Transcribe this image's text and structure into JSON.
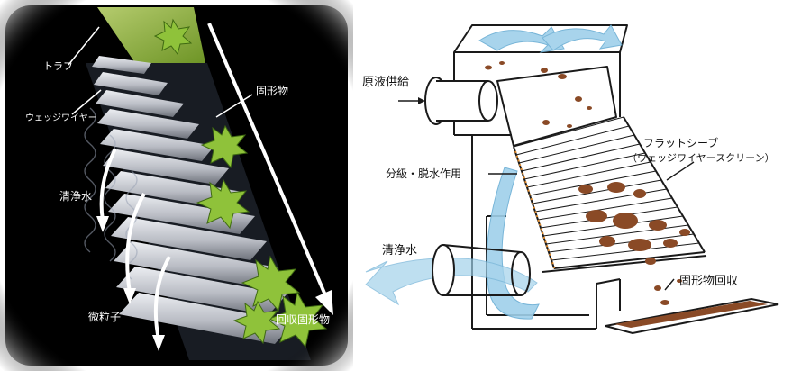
{
  "left_panel": {
    "labels": {
      "trap": "トラフ",
      "wedge_wire": "ウェッジワイヤー",
      "solids": "固形物",
      "clean_water": "清浄水",
      "fine_particles": "微粒子",
      "recovered_solids": "回収固形物"
    }
  },
  "right_panel": {
    "labels": {
      "raw_liquid_supply": "原液供給",
      "classify_dewater": "分級・脱水作用",
      "flat_sieve_line1": "フラットシーブ",
      "flat_sieve_line2": "（ウェッジワイヤースクリーン）",
      "clean_water": "清浄水",
      "solids_recovery": "固形物回収"
    }
  },
  "colors": {
    "left_bg": "#000000",
    "slat": "#c9ccd3",
    "solid_green": "#8fc23a",
    "right_line": "#1a1a1a",
    "water_blue": "#9fd0ea",
    "solids_brown": "#8a4a26"
  }
}
